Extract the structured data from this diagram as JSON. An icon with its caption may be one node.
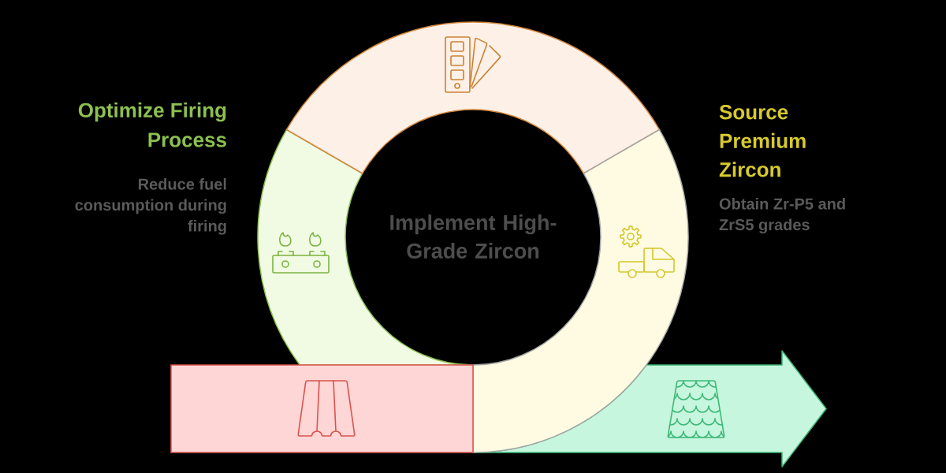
{
  "diagram": {
    "nodes": [
      {
        "text": [
          "Optimize Firing Process",
          "Reduce fuel consumption during firing"
        ]
      },
      {
        "text": [],
        "shape": "arc"
      },
      {
        "text": [
          "Source Premium Zircon",
          "Obtain Zr-P5 and ZrS5 grades"
        ]
      },
      {
        "text": [],
        "shape": "box"
      },
      {
        "text": [],
        "shape": "arrow"
      }
    ],
    "labels": [
      "Implement High-Grade Zircon"
    ]
  }
}
